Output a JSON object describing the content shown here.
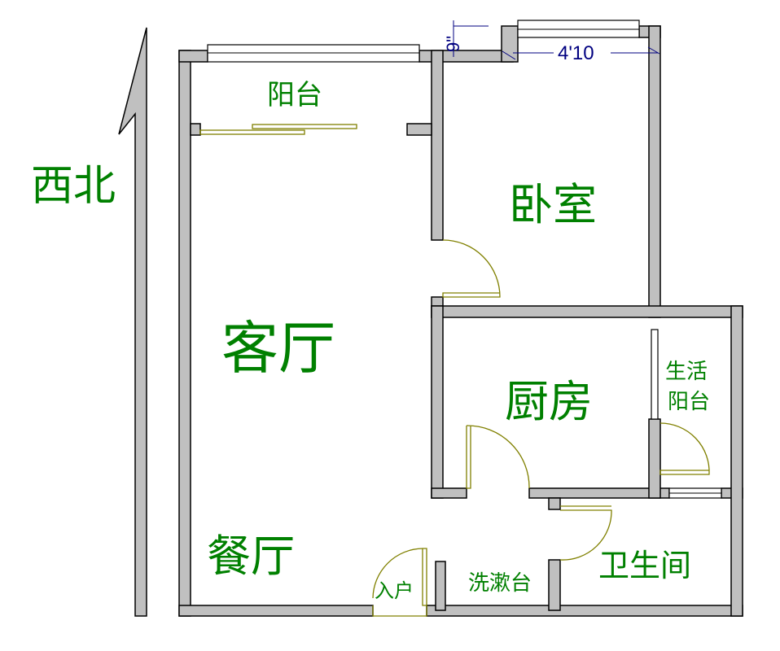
{
  "plan": {
    "compass": "西北",
    "rooms": {
      "balcony": "阳台",
      "bedroom": "卧室",
      "living_room": "客厅",
      "kitchen": "厨房",
      "utility_balcony_line1": "生活",
      "utility_balcony_line2": "阳台",
      "dining_room": "餐厅",
      "entrance": "入户",
      "washbasin": "洗漱台",
      "bathroom": "卫生间"
    },
    "dimensions": {
      "bedroom_width": "4'10",
      "step_offset": "9\""
    },
    "colors": {
      "label": "#008000",
      "wall": "#c0c0c0",
      "door": "#808000",
      "dimension": "#000080"
    }
  }
}
